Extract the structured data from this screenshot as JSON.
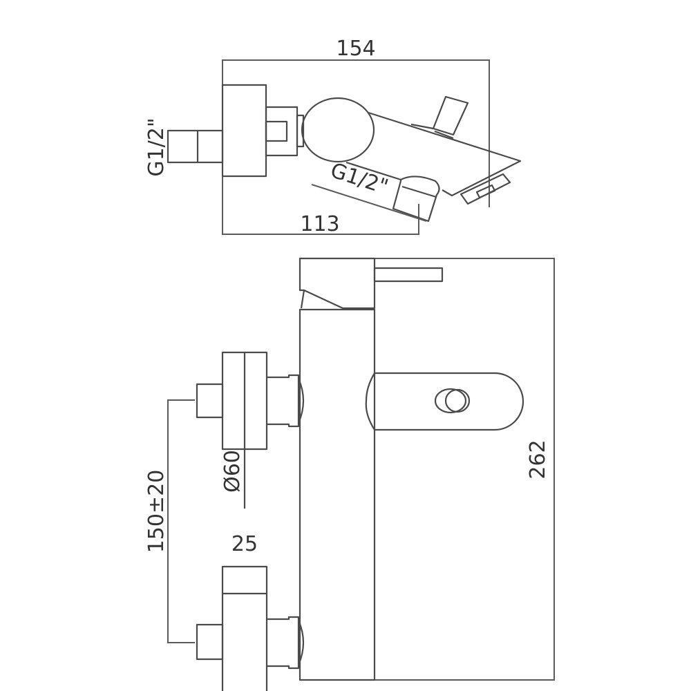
{
  "drawing": {
    "top_view": {
      "overall_width": "154",
      "outlet_offset": "113",
      "inlet_thread": "G1/2\"",
      "outlet_thread": "G1/2\""
    },
    "front_view": {
      "overall_height": "262",
      "inlet_centers": "150±20",
      "flange_diameter": "Ø60",
      "flange_depth": "25"
    }
  }
}
